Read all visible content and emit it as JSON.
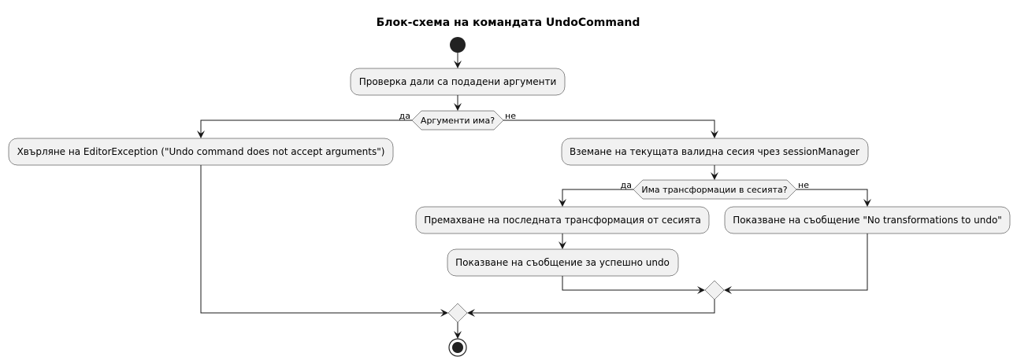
{
  "title": "Блок-схема на командата UndoCommand",
  "activities": {
    "check_args": "Проверка дали са подадени аргументи",
    "throw_exception": "Хвърляне на EditorException (\"Undo command does not accept arguments\")",
    "get_session": "Вземане на текущата валидна сесия чрез sessionManager",
    "remove_last": "Премахване на последната трансформация от сесията",
    "show_success": "Показване на съобщение за успешно undo",
    "show_none": "Показване на съобщение \"No transformations to undo\""
  },
  "decisions": {
    "has_args": {
      "label": "Аргументи има?",
      "yes": "да",
      "no": "не"
    },
    "has_transforms": {
      "label": "Има трансформации в сесията?",
      "yes": "да",
      "no": "не"
    }
  }
}
